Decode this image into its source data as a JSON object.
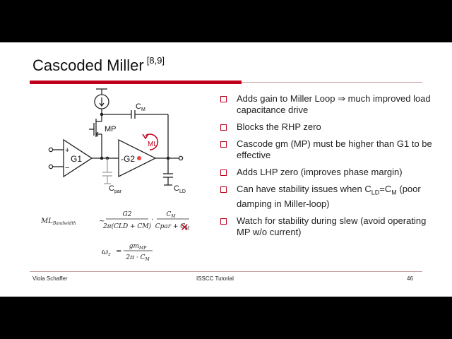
{
  "slide": {
    "title": "Cascoded Miller",
    "title_ref": "[8,9]",
    "bullets": [
      {
        "pre": "Adds gain to Miller Loop ⇒ much improved load capacitance drive"
      },
      {
        "pre": "Blocks the RHP zero"
      },
      {
        "pre": "Cascode gm (MP) must be higher than G1 to be effective"
      },
      {
        "pre": "Adds LHP zero (improves phase margin)"
      },
      {
        "pre": "Can have stability issues when C",
        "sub1": "LD",
        "mid": "=C",
        "sub2": "M",
        "post": " (poor damping in Miller-loop)"
      },
      {
        "pre": "Watch for stability during slew (avoid operating MP w/o current)"
      }
    ],
    "circuit": {
      "cm": "C",
      "cm_sub": "M",
      "mp": "MP",
      "g1": "G1",
      "g2": "-G2",
      "ml": "ML",
      "plus": "+",
      "minus": "−",
      "cpar": "C",
      "cpar_sub": "par",
      "cld": "C",
      "cld_sub": "LD"
    },
    "eq1": {
      "lhs": "ML",
      "lhs_sub": "Bandwidth",
      "approx": "~",
      "num1": "G2",
      "den1": "2π(CLD + CM)",
      "dot": "·",
      "num2": "C",
      "num2_sub": "M",
      "den2": "Cpar + C",
      "den2_sub": "M",
      "cross": "✕"
    },
    "eq2": {
      "lhs": "ω",
      "lhs_sub": "z",
      "eq": "=",
      "num": "gm",
      "num_sub": "MP",
      "den": "2π · C",
      "den_sub": "M"
    },
    "footer": {
      "left": "Viola Schaffer",
      "center": "ISSCC Tutorial",
      "page": "46"
    }
  },
  "colors": {
    "accent": "#c0001a",
    "circuit_line": "#222222",
    "cpar_cap": "#999999"
  }
}
